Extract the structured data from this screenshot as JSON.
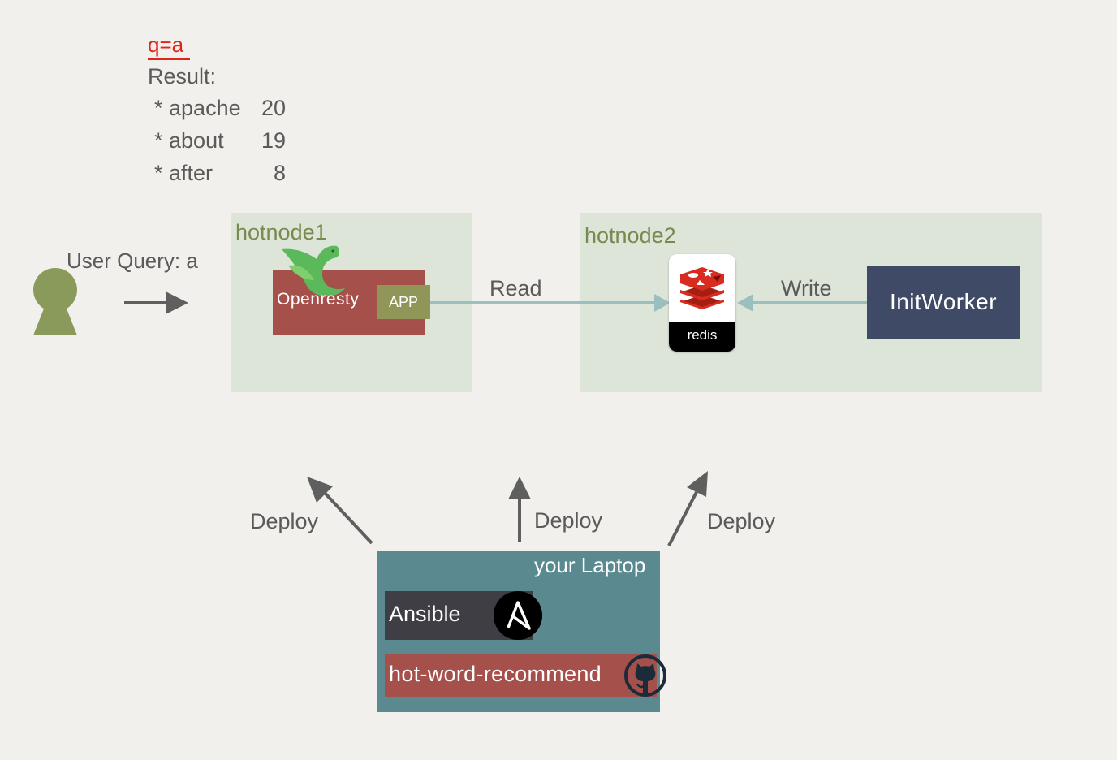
{
  "query": {
    "label": "q=a",
    "result_title": "Result:",
    "results": [
      {
        "prefix": "* ",
        "term": "apache",
        "count": "20"
      },
      {
        "prefix": "* ",
        "term": "about",
        "count": "19"
      },
      {
        "prefix": "* ",
        "term": "after",
        "count": "8"
      }
    ]
  },
  "user": {
    "label": "User Query: a",
    "icon": "user-keyhole-icon",
    "color": "#8a9a5b"
  },
  "hotnode1": {
    "label": "hotnode1",
    "openresty_label": "Openresty",
    "app_label": "APP",
    "icon": "openresty-bird-icon"
  },
  "hotnode2": {
    "label": "hotnode2",
    "redis_label": "redis",
    "worker_label": "InitWorker"
  },
  "edges": {
    "read_label": "Read",
    "write_label": "Write",
    "deploy_labels": [
      "Deploy",
      "Deploy",
      "Deploy"
    ]
  },
  "laptop": {
    "label": "your Laptop",
    "ansible_label": "Ansible",
    "repo_label": "hot-word-recommend",
    "icons": [
      "ansible-icon",
      "github-icon"
    ]
  },
  "colors": {
    "background": "#f1f0ec",
    "node_fill": "#dde5d8",
    "node_label": "#778a4f",
    "openresty": "#a6504b",
    "app": "#8f9657",
    "initworker": "#3f4a66",
    "laptop": "#5a8a8f",
    "ansible": "#403e45",
    "query_red": "#e2231a",
    "arrow_teal": "#9bbfbf"
  }
}
